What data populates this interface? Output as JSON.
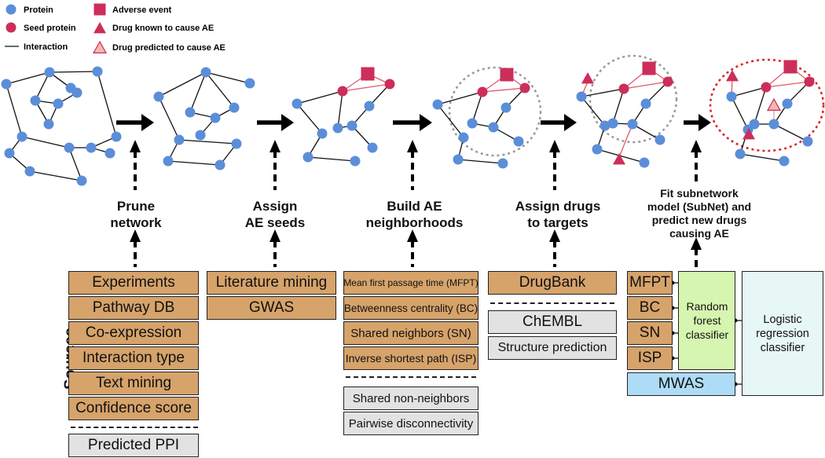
{
  "legend": {
    "protein": "Protein",
    "seed_protein": "Seed protein",
    "interaction": "Interaction",
    "adverse_event": "Adverse event",
    "drug_known": "Drug known to cause AE",
    "drug_predicted": "Drug predicted to cause AE"
  },
  "colors": {
    "protein": "#5b8ed8",
    "seed": "#cc2e5a",
    "ae": "#cc2e5a",
    "predicted_drug": "#f2b7b0",
    "tan_box": "#d6a36a",
    "gray_box": "#e2e2e2",
    "blue_box": "#aedcf6",
    "green_box": "#d6f5b0",
    "cyan_box": "#e6f7f5"
  },
  "steps": {
    "prune": "Prune\nnetwork",
    "assign_seeds": "Assign\nAE seeds",
    "build": "Build AE\nneighborhoods",
    "assign_drugs": "Assign drugs\nto targets",
    "fit": "Fit subnetwork\nmodel (SubNet) and\npredict new drugs\ncausing AE"
  },
  "sources_label": "Sources",
  "prune_sources": [
    "Experiments",
    "Pathway DB",
    "Co-expression",
    "Interaction type",
    "Text mining",
    "Confidence score"
  ],
  "prune_extra": "Predicted PPI",
  "seed_sources": [
    "Literature mining",
    "GWAS"
  ],
  "neighborhood_metrics": [
    "Mean first passage time (MFPT)",
    "Betweenness centrality (BC)",
    "Shared neighbors (SN)",
    "Inverse shortest path (ISP)"
  ],
  "neighborhood_extra": [
    "Shared non-neighbors",
    "Pairwise disconnectivity"
  ],
  "drug_sources": [
    "DrugBank"
  ],
  "drug_extra": [
    "ChEMBL",
    "Structure prediction"
  ],
  "model_features": [
    "MFPT",
    "BC",
    "SN",
    "ISP"
  ],
  "mwas": "MWAS",
  "random_forest": "Random\nforest\nclassifier",
  "logistic": "Logistic\nregression\nclassifier"
}
